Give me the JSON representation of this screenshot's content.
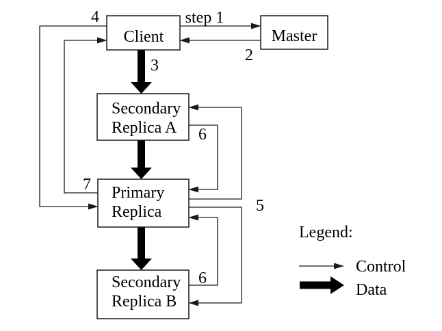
{
  "diagram": {
    "background": "#ffffff",
    "line_color": "#000000",
    "nodes": {
      "client": {
        "label": "Client"
      },
      "master": {
        "label": "Master"
      },
      "secondary_a": {
        "line1": "Secondary",
        "line2": "Replica A"
      },
      "primary": {
        "line1": "Primary",
        "line2": "Replica"
      },
      "secondary_b": {
        "line1": "Secondary",
        "line2": "Replica B"
      }
    },
    "steps": {
      "s1": "step 1",
      "s2": "2",
      "s3": "3",
      "s4": "4",
      "s5": "5",
      "s6a": "6",
      "s6b": "6",
      "s7": "7"
    },
    "legend": {
      "title": "Legend:",
      "control_label": "Control",
      "data_label": "Data"
    }
  }
}
